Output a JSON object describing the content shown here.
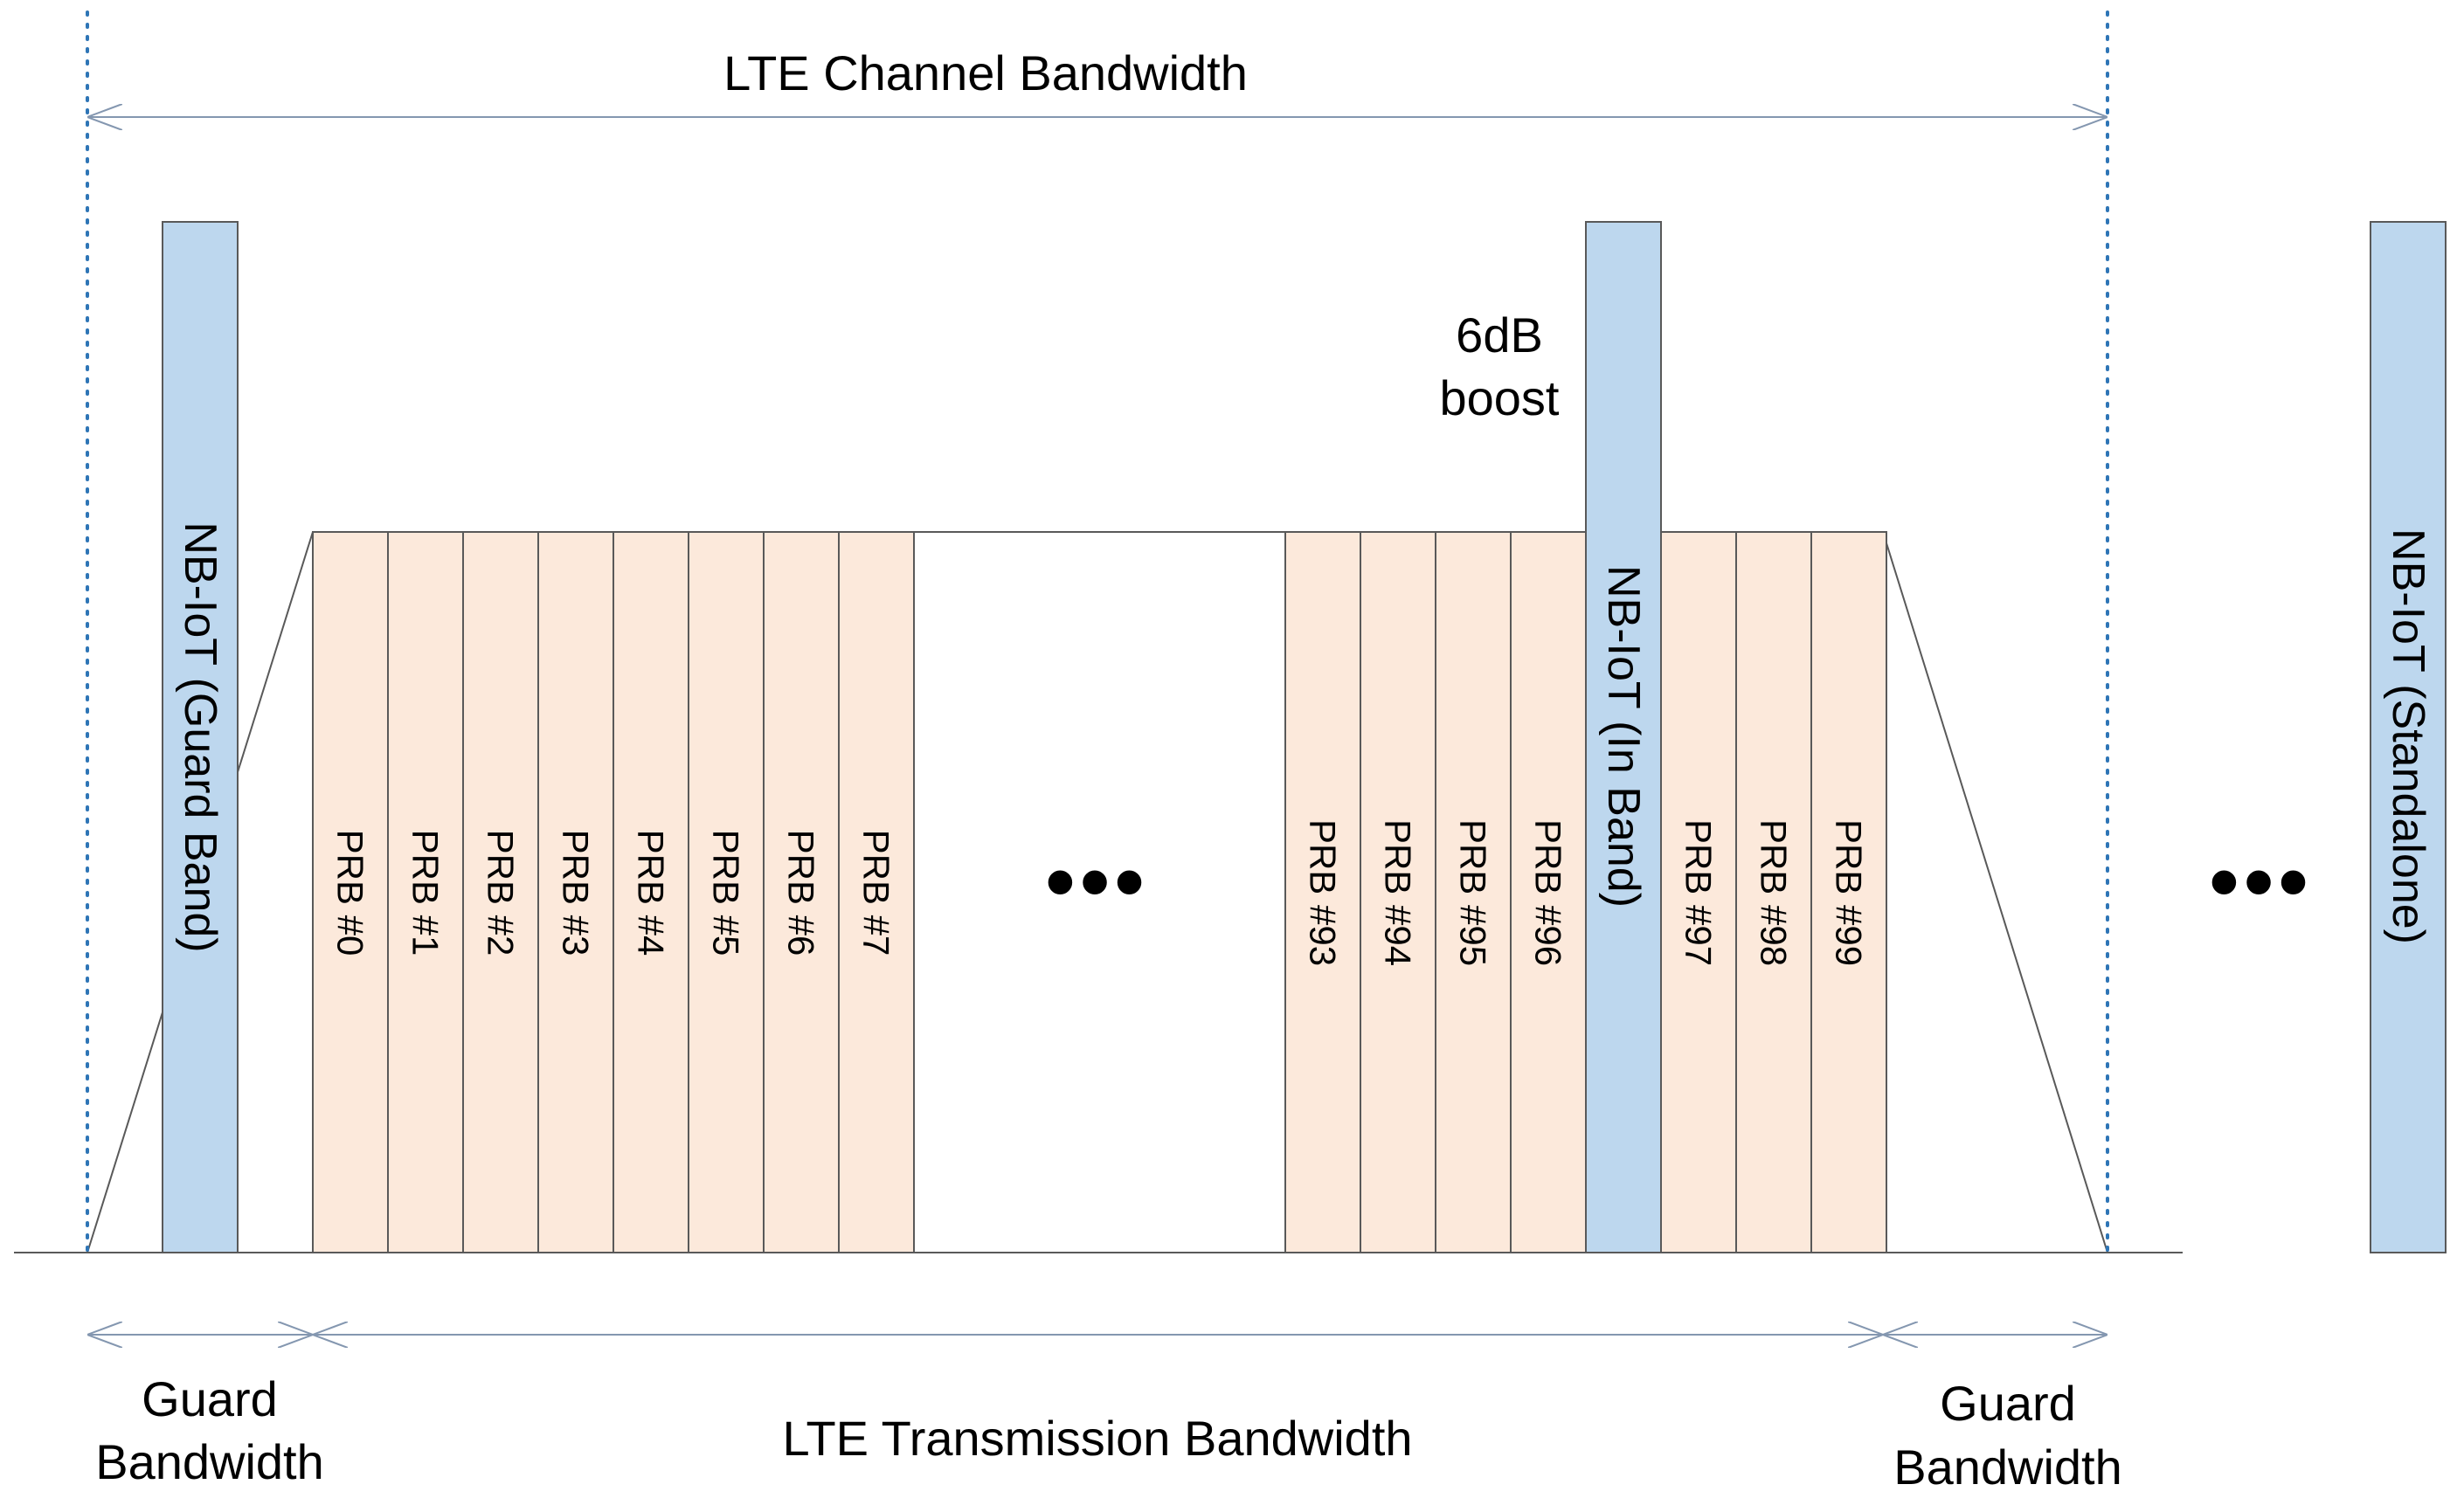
{
  "labels": {
    "channel_bandwidth": "LTE Channel Bandwidth",
    "transmission_bandwidth": "LTE Transmission Bandwidth",
    "guard_bandwidth_left": [
      "Guard",
      "Bandwidth"
    ],
    "guard_bandwidth_right": [
      "Guard",
      "Bandwidth"
    ],
    "boost": [
      "6dB",
      "boost"
    ],
    "ellipsis_prb": "•••",
    "ellipsis_standalone": "•••"
  },
  "nbiot": {
    "guard_band": "NB-IoT (Guard Band)",
    "in_band": "NB-IoT (In Band)",
    "standalone": "NB-IoT (Standalone)"
  },
  "prb_left": [
    "PRB #0",
    "PRB #1",
    "PRB #2",
    "PRB #3",
    "PRB #4",
    "PRB #5",
    "PRB #6",
    "PRB #7"
  ],
  "prb_right": [
    "PRB #93",
    "PRB #94",
    "PRB #95",
    "PRB #96",
    "PRB #97",
    "PRB #98",
    "PRB #99"
  ],
  "colors": {
    "prb_fill": "#fce9db",
    "nbiot_fill": "#bdd7ee",
    "guide_blue": "#2e75b6",
    "arrow_blue": "#8497b0",
    "line": "#595959"
  }
}
